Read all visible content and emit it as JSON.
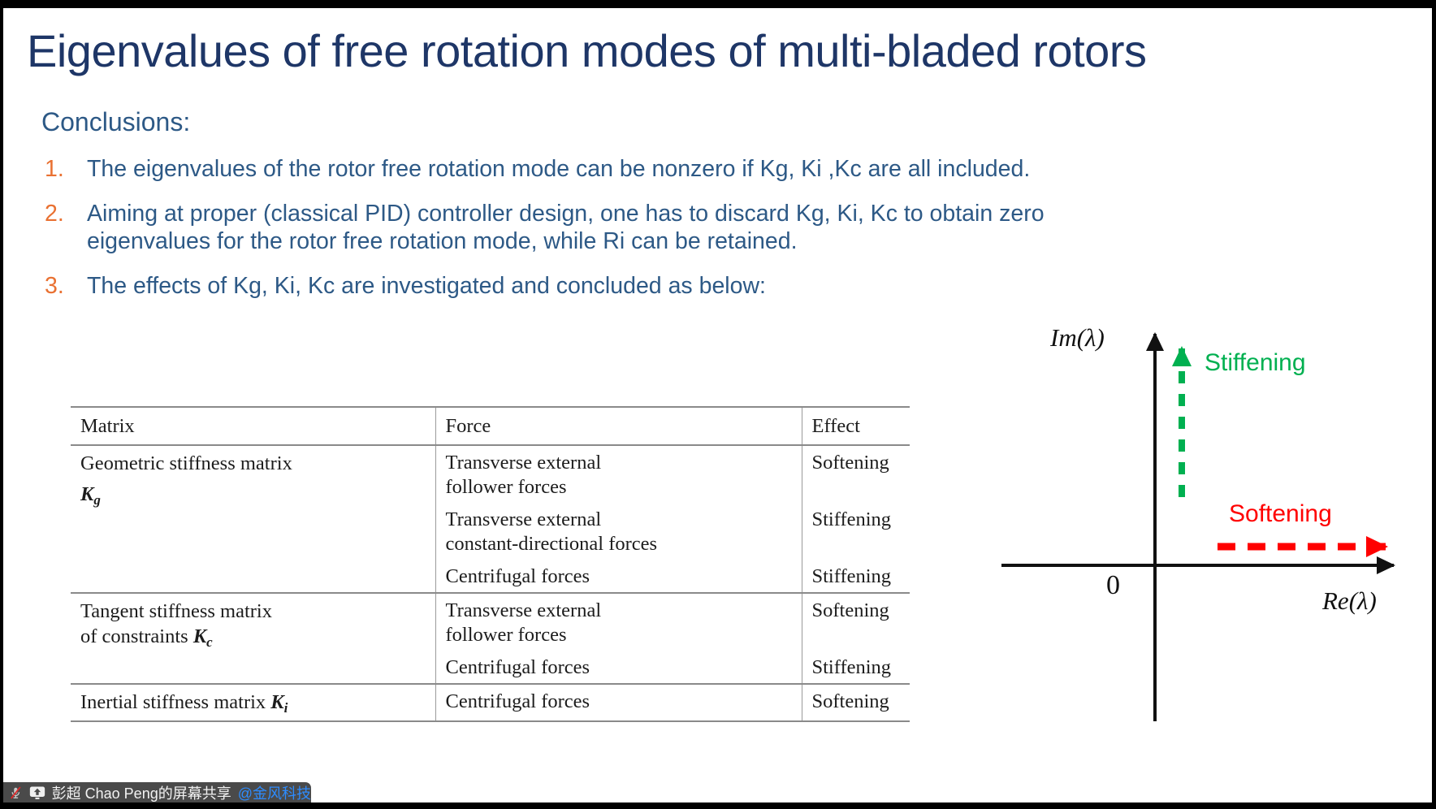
{
  "slide": {
    "title": "Eigenvalues of free rotation modes of multi-bladed rotors",
    "conclusions_label": "Conclusions:",
    "items": [
      {
        "num": "1.",
        "text": "The eigenvalues of the rotor free rotation mode can be nonzero if Kg, Ki ,Kc are all included."
      },
      {
        "num": "2.",
        "text": "Aiming at proper (classical PID) controller design, one has to discard Kg, Ki, Kc to obtain zero\neigenvalues for the rotor free rotation mode, while Ri can be retained."
      },
      {
        "num": "3.",
        "text": "The effects of Kg, Ki, Kc are investigated and concluded as below:"
      }
    ]
  },
  "table": {
    "headers": {
      "matrix": "Matrix",
      "force": "Force",
      "effect": "Effect"
    },
    "groups": [
      {
        "matrix_line1": "Geometric stiffness matrix",
        "symbol": "K",
        "symbol_sub": "g",
        "rows": [
          {
            "force": "Transverse external\nfollower forces",
            "effect": "Softening"
          },
          {
            "force": "Transverse external\nconstant-directional forces",
            "effect": "Stiffening"
          },
          {
            "force": "Centrifugal forces",
            "effect": "Stiffening"
          }
        ]
      },
      {
        "matrix_line1": "Tangent stiffness matrix",
        "matrix_line2_prefix": "of constraints ",
        "symbol": "K",
        "symbol_sub": "c",
        "rows": [
          {
            "force": "Transverse external\nfollower forces",
            "effect": "Softening"
          },
          {
            "force": "Centrifugal forces",
            "effect": "Stiffening"
          }
        ]
      },
      {
        "matrix_line1": "Inertial stiffness matrix ",
        "symbol": "K",
        "symbol_sub": "i",
        "rows": [
          {
            "force": "Centrifugal forces",
            "effect": "Softening"
          }
        ]
      }
    ]
  },
  "diagram": {
    "im_axis_label": "Im(λ)",
    "re_axis_label": "Re(λ)",
    "origin_label": "0",
    "stiffening_label": "Stiffening",
    "softening_label": "Softening",
    "stiffening_color": "#00B050",
    "softening_color": "#FF0000"
  },
  "status_bar": {
    "share_text": "彭超 Chao Peng的屏幕共享",
    "mention": "@金风科技",
    "mention_color": "#2D8CFF",
    "bar_color": "#4A4A4A"
  },
  "colors": {
    "title": "#1E3667",
    "body_text": "#2D5986",
    "list_number": "#E97132",
    "table_text": "#1C1C1C",
    "table_line": "#8A8A8A"
  }
}
